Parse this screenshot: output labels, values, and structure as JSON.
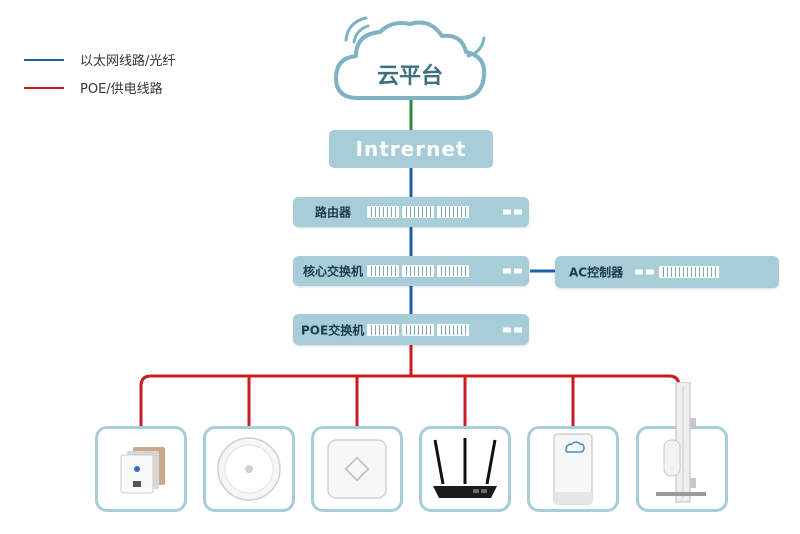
{
  "legend": {
    "ethernet_label": "以太网线路/光纤",
    "poe_label": "POE/供电线路",
    "ethernet_color": "#1a5fa8",
    "poe_color": "#c61e23"
  },
  "cloud": {
    "label": "云平台",
    "icon": "cloud-icon",
    "color": "#7fb3c3"
  },
  "internet": {
    "label": "Intrernet"
  },
  "devices": {
    "router": "路由器",
    "core_switch": "核心交换机",
    "ac_controller": "AC控制器",
    "poe_switch": "POE交换机"
  },
  "endpoints": [
    {
      "icon": "panel-ap-icon"
    },
    {
      "icon": "ceiling-ap-round-icon"
    },
    {
      "icon": "ceiling-ap-square-icon"
    },
    {
      "icon": "router-antenna-icon"
    },
    {
      "icon": "outdoor-ap-icon"
    },
    {
      "icon": "pole-mount-ap-icon"
    }
  ],
  "colors": {
    "bar": "#a6cdd8",
    "link_green": "#2a8a3e"
  }
}
